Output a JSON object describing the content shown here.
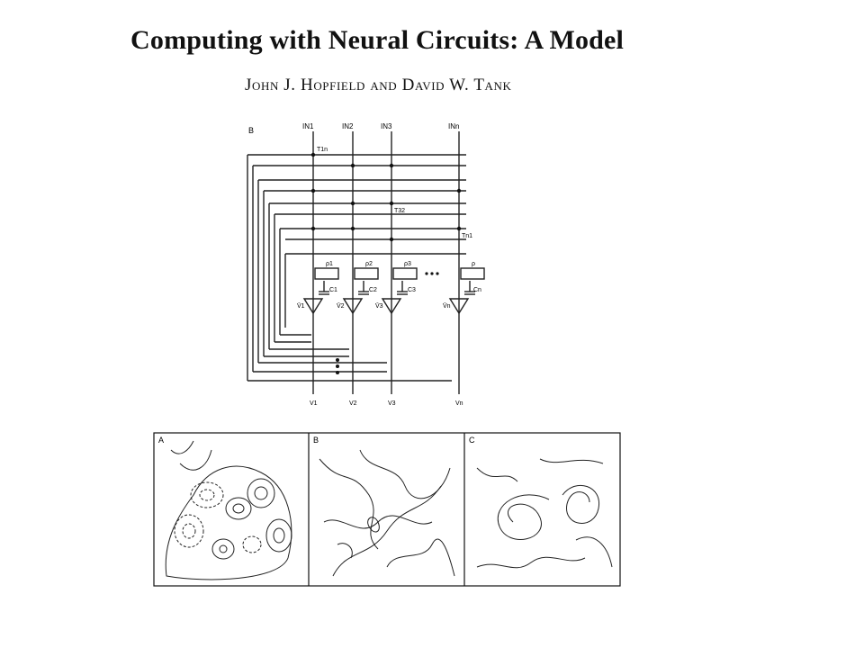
{
  "slide": {
    "title": "Computing with Neural Circuits: A Model",
    "authors": "John J. Hopfield and David W. Tank"
  },
  "circuit": {
    "panel_label": "B",
    "inputs": [
      "IN1",
      "IN2",
      "IN3",
      "INn"
    ],
    "weights": [
      "T1n",
      "T32",
      "Tn1"
    ],
    "resistors": [
      "ρ1",
      "ρ2",
      "ρ3",
      "ρ"
    ],
    "capacitors": [
      "C1",
      "C2",
      "C3",
      "Cn"
    ],
    "inverted_outputs": [
      "V̄1",
      "V̄2",
      "V̄3",
      "V̄n"
    ],
    "outputs": [
      "V1",
      "V2",
      "V3",
      "Vn"
    ]
  },
  "fields": {
    "panels": [
      "A",
      "B",
      "C"
    ]
  }
}
